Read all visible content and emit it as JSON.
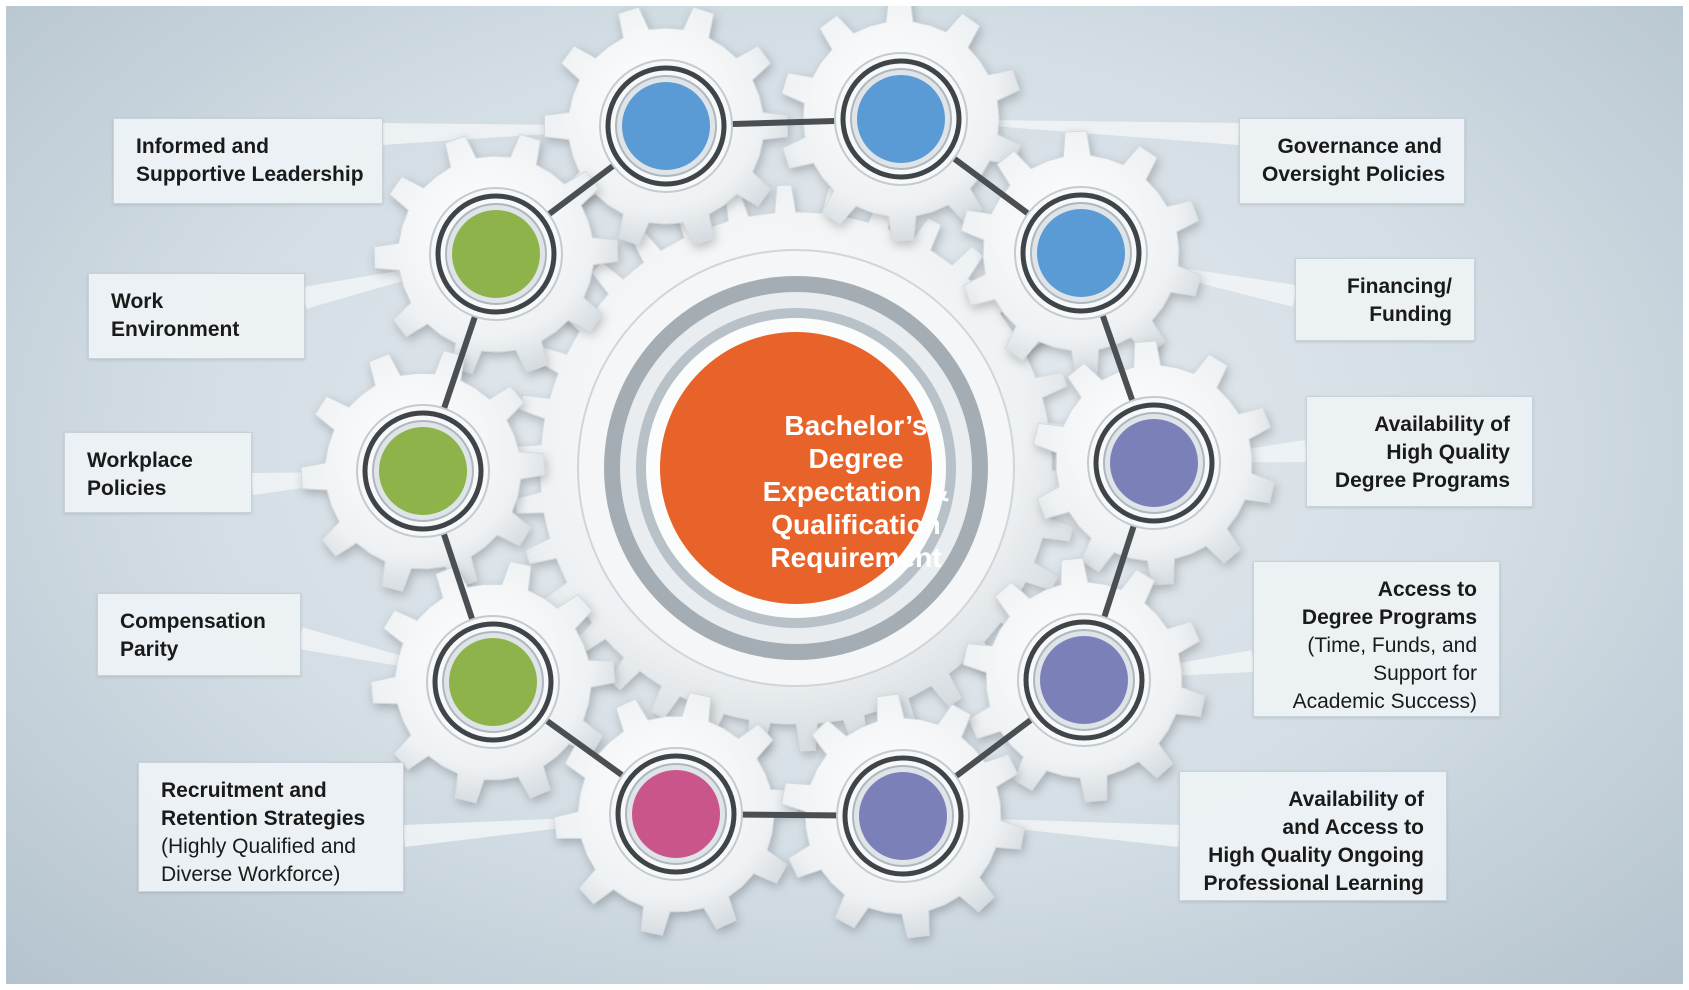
{
  "center": {
    "lines": [
      "Bachelor’s",
      "Degree",
      "Expectation &",
      "Qualification",
      "Requirement"
    ],
    "color": "#e8632a"
  },
  "colors": {
    "blue": "#5b9bd5",
    "green": "#8db34a",
    "purple": "#7b81b8",
    "pink": "#c9558a",
    "belt": "#4a4f54"
  },
  "callouts": {
    "informed_leadership": {
      "bold": [
        "Informed and",
        "Supportive Leadership"
      ],
      "normal": []
    },
    "work_environment": {
      "bold": [
        "Work",
        "Environment"
      ],
      "normal": []
    },
    "workplace_policies": {
      "bold": [
        "Workplace",
        "Policies"
      ],
      "normal": []
    },
    "compensation_parity": {
      "bold": [
        "Compensation",
        "Parity"
      ],
      "normal": []
    },
    "recruitment_retention": {
      "bold": [
        "Recruitment and",
        "Retention Strategies"
      ],
      "normal": [
        "(Highly Qualified and",
        "Diverse Workforce)"
      ]
    },
    "governance_oversight": {
      "bold": [
        "Governance and",
        "Oversight Policies"
      ],
      "normal": []
    },
    "financing_funding": {
      "bold": [
        "Financing/",
        "Funding"
      ],
      "normal": []
    },
    "availability_degree_programs": {
      "bold": [
        "Availability of",
        "High Quality",
        "Degree Programs"
      ],
      "normal": []
    },
    "access_degree_programs": {
      "bold": [
        "Access to",
        "Degree Programs"
      ],
      "normal": [
        "(Time, Funds, and",
        "Support for",
        "Academic Success)"
      ]
    },
    "professional_learning": {
      "bold": [
        "Availability of",
        "and Access to",
        "High Quality Ongoing",
        "Professional Learning"
      ],
      "normal": []
    }
  }
}
